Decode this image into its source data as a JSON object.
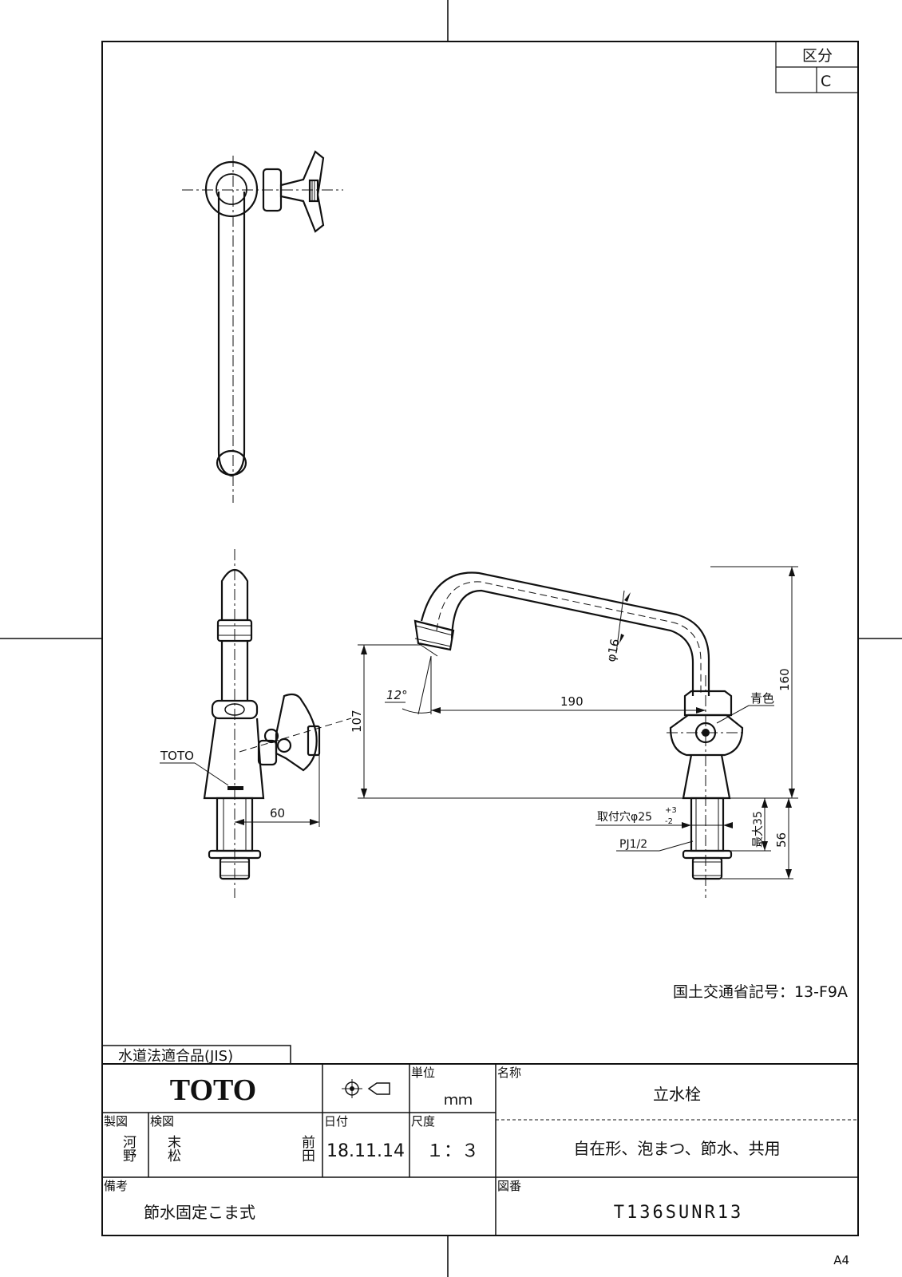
{
  "sheet": {
    "paper_size": "A4",
    "division_header": "区分",
    "division_value": "C"
  },
  "drawing": {
    "label_brand_mark": "TOTO",
    "label_handle_color": "青色",
    "dim_spout_diameter": "φ16",
    "dim_spout_angle": "12°",
    "dim_reach": "190",
    "dim_height_total": "160",
    "dim_outlet_height": "107",
    "dim_handle_offset": "60",
    "dim_shank_length": "56",
    "dim_max_thickness": "最大35",
    "dim_mount_hole": "取付穴φ25",
    "dim_mount_hole_tol_plus": "+3",
    "dim_mount_hole_tol_minus": "-2",
    "dim_thread": "PJ1/2",
    "mlit_code": "国土交通省記号：13-F9A"
  },
  "title_block": {
    "compliance": "水道法適合品(JIS)",
    "brand": "TOTO",
    "unit_header": "単位",
    "unit_value": "ｍｍ",
    "name_header": "名称",
    "name_value": "立水栓",
    "drawn_header": "製図",
    "drawn_name": "河野",
    "checked_header": "検図",
    "checked_name_1": "末松",
    "checked_name_2": "前田",
    "date_header": "日付",
    "date_value": "18.11.14",
    "scale_header": "尺度",
    "scale_value": "１：３",
    "description": "自在形、泡まつ、節水、共用",
    "remarks_header": "備考",
    "remarks_value": "節水固定こま式",
    "drawing_no_header": "図番",
    "drawing_no_value": "T136SUNR13"
  }
}
